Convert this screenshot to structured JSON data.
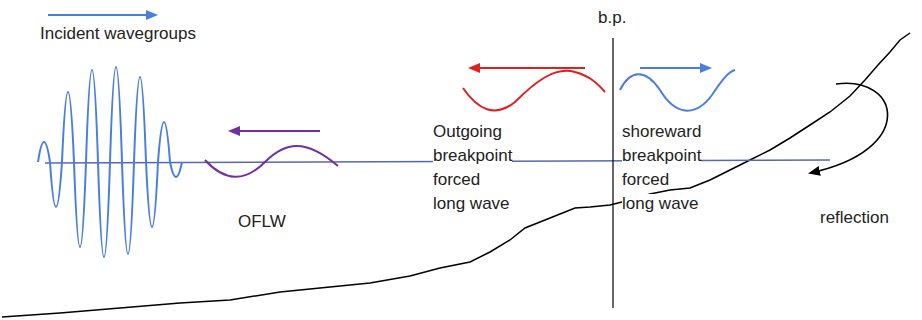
{
  "diagram": {
    "labels": [
      "Incident wavegroups",
      "b.p.",
      "OFLW",
      "Outgoing breakpoint forced long wave",
      "shoreward breakpoint forced long wave",
      "reflection"
    ]
  }
}
